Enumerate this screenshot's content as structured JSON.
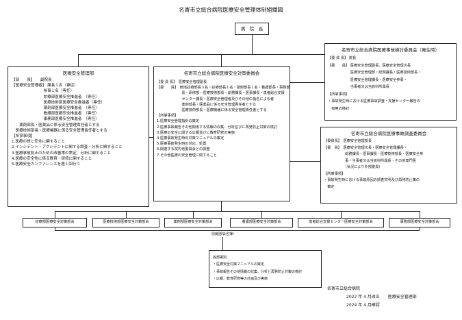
{
  "title": "名寄市立総合病院医療安全管理体制組織図",
  "director": "病　院　長",
  "left_box": {
    "head": "医療安全管理部",
    "lines": [
      "【部　　長】　　副院長",
      "【医療安全管理者】 課長１名（専従）",
      "　　　　　　　　 参事１名（専任）",
      "　　　　　　　　 診療部医療安全推進者　（専任）",
      "　　　　　　　　 医療技術部医療安全推進者（専任）",
      "　　　　　　　　 薬剤部医療安全推進者　（専任）",
      "　　　　　　　　 看護部医療安全推進者　（専任）",
      "　　　　　　　　 事務部医療安全推進者　（専任）",
      "　　薬剤部長・医薬品に係る安全管理責任者とする",
      "　医療技術部長・医療機器に係る安全管理責任者とする",
      "【所掌事項】",
      "1.医療の質と安全に関すること",
      "2.インシデント・アクシデントに関する調査・分析に関すること",
      "3.医療事故防止のための改善策の策定、分析に関すること",
      "4.医療の安全性に係る教育・研修に関すること",
      "5.医療安全カンファレンスを週１回行う"
    ]
  },
  "center_box": {
    "head": "名寄市立総合病院医療安全対策委員会",
    "lines": [
      "【委 員 長】　医療安全管理副長",
      "【委　　員】　統括診療部長３名・診療部長１名・薬剤部長１名・看護部長・事務部",
      "　　　　　　　長・研修部・医療技術部長・総務課長・医事課長・患者総合支援",
      "　　　　　　　センター課長・医療安全管理者及びその他の指名による者",
      "　　　　　　　薬剤部長・医薬品に係る安全管理責任者とする",
      "　　　　　　　医療技術部長・医療機器に係る安全管理責任者とする",
      "【所掌事項】",
      "1.医療安全管理指針の策定",
      "2.医療事故報告その他関係する情報の収集、分析並びに再発防止対策の検討",
      "3.医療の安全に関する広報並びに教育研修の実施",
      "4.医療事故発生時の対策マニュアルの策定",
      "5.医療事故発生時の対応、処置",
      "6.関連する院内他委員会との調整",
      "7.その他医療の安全管理に関すること"
    ]
  },
  "right_top_box": {
    "head": "名寄市立総合病院医療事故検討委員会（発生時）",
    "lines": [
      "【委 員 長】 院長",
      "【委　　員】 医療安全管理副長、医療安全管理次長",
      "　　　　　　 医療安全管理部・総務課長・医療技術部長・",
      "　　　　　　 医療安全管理課長・医療安全参事・",
      "　　　　　　 当事者又は当該科所属長",
      "【所掌事項】",
      "・事故発生時における医療事故調査・支援センター報告の",
      "　有無の検討"
    ]
  },
  "right_bottom_box": {
    "head": "名寄市立総合病院医療事故調査委員会",
    "lines": [
      "【委員長】　医療安全管理部長",
      "【委　員】　医療安全管理次長・医療安全管理課長・",
      "　　　　　　総務課長・医事課長・医療技術部長・医療安全参",
      "　　　　　　事・当事者又は当該科所属長・その他専門医",
      "　　　　　　（状況により外部委員）",
      "【所掌事項】",
      "・事故発生時における事故原因の調査究明及び再発防止策の",
      "　策定"
    ]
  },
  "committees": [
    "診療部医療安全対策部会",
    "医療技術部医療安全対策部会",
    "薬剤部医療安全対策部会",
    "看護部医療安全対策部会",
    "患者総合支援センター医療安全対策部会",
    "事務部医療安全対策部会"
  ],
  "committees_note": "（別紙部会名簿）",
  "tasks_box": {
    "head": "各部署別",
    "lines": [
      "・医療安全対策マニュアルの策定",
      "・事故報告その他情報の収集、分析と再発防止対策の検討",
      "・広報、教育研修等の計画及び実施"
    ]
  },
  "footer": {
    "org": "名寄市立総合病院",
    "revised": "2022 年 4 月改正　　医療安全管理部",
    "confirmed": "2024 年 4 月確認"
  }
}
